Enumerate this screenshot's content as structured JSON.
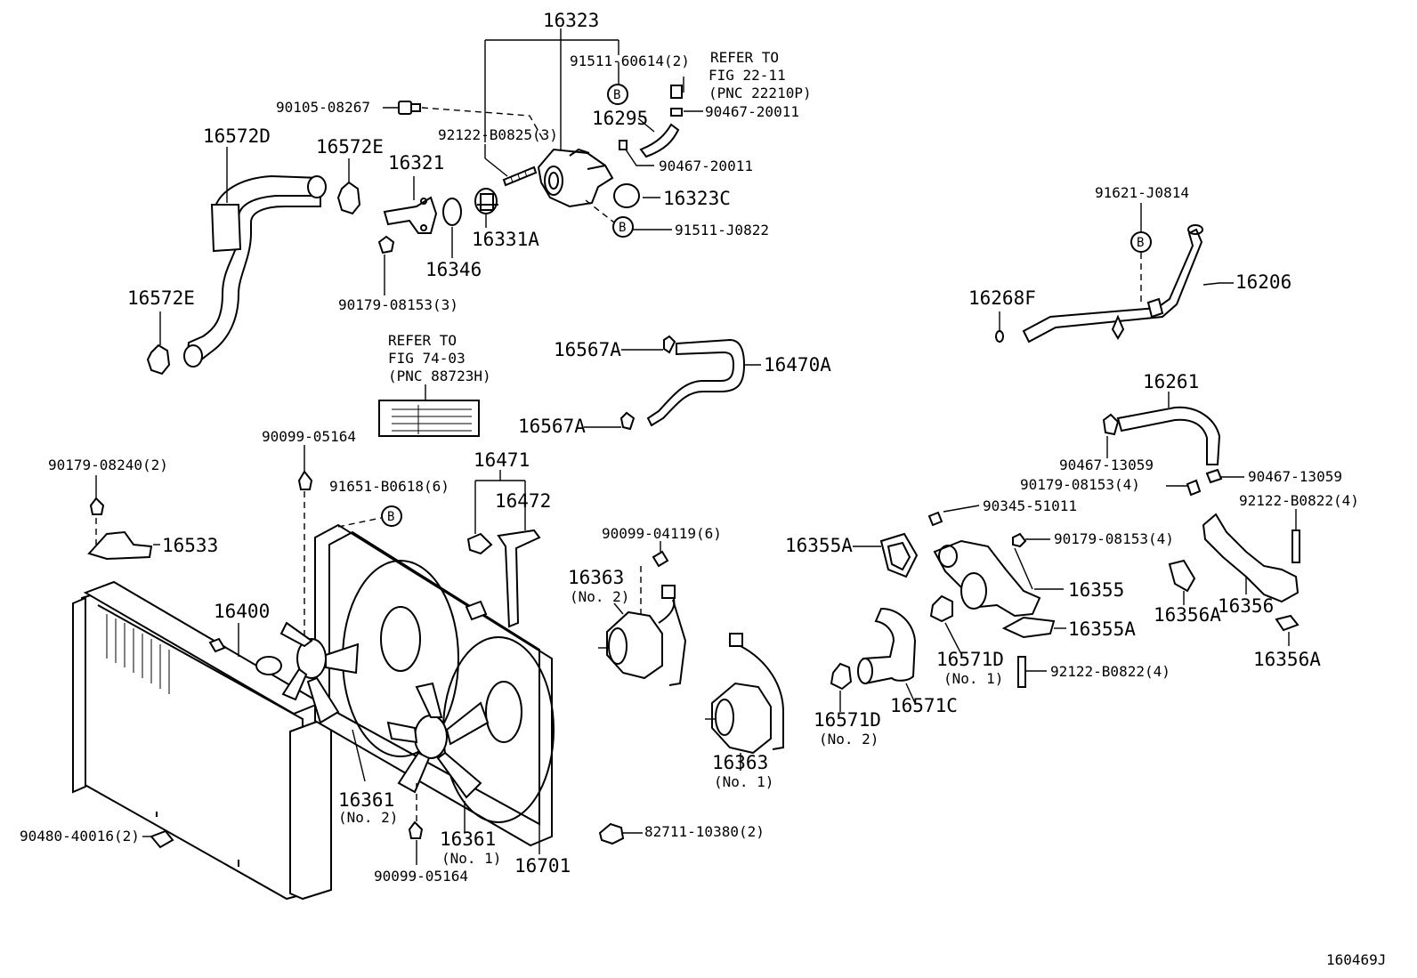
{
  "diagram_id": "160469J",
  "callouts": {
    "c16323": "16323",
    "c91511_60614": "91511-60614(2)",
    "c_refer_22": [
      "REFER TO",
      "FIG 22-11",
      "(PNC 22210P)"
    ],
    "c90105_08267": "90105-08267",
    "c92122_B0825": "92122-B0825(3)",
    "c16295": "16295",
    "c90467_20011_a": "90467-20011",
    "c90467_20011_b": "90467-20011",
    "c16572D": "16572D",
    "c16572E_top": "16572E",
    "c16321": "16321",
    "c16323C": "16323C",
    "c16331A": "16331A",
    "c91511_J0822": "91511-J0822",
    "c16346": "16346",
    "c90179_08153_3": "90179-08153(3)",
    "c16572E_bot": "16572E",
    "c_refer_74": [
      "REFER TO",
      "FIG 74-03",
      "(PNC 88723H)"
    ],
    "c16567A_a": "16567A",
    "c16567A_b": "16567A",
    "c16470A": "16470A",
    "c91621_J0814": "91621-J0814",
    "c16268F": "16268F",
    "c16206": "16206",
    "c16261": "16261",
    "c90467_13059_a": "90467-13059",
    "c90467_13059_b": "90467-13059",
    "c90179_08153_4a": "90179-08153(4)",
    "c92122_B0822_a": "92122-B0822(4)",
    "c90345_51011": "90345-51011",
    "c16355A_a": "16355A",
    "c90179_08153_4b": "90179-08153(4)",
    "c16355": "16355",
    "c16356A_a": "16356A",
    "c16356": "16356",
    "c16355A_b": "16355A",
    "c16356A_b": "16356A",
    "c16571D_1": "16571D",
    "c16571D_1_sub": "(No. 1)",
    "c92122_B0822_b": "92122-B0822(4)",
    "c16571D_2": "16571D",
    "c16571D_2_sub": "(No. 2)",
    "c16571C": "16571C",
    "c90099_05164_a": "90099-05164",
    "c90179_08240": "90179-08240(2)",
    "c91651_B0618": "91651-B0618(6)",
    "c16471": "16471",
    "c16472": "16472",
    "c16533": "16533",
    "c90099_04119": "90099-04119(6)",
    "c16363_2": "16363",
    "c16363_2_sub": "(No. 2)",
    "c16400": "16400",
    "c16363_1": "16363",
    "c16363_1_sub": "(No. 1)",
    "c16361_2": "16361",
    "c16361_2_sub": "(No. 2)",
    "c90480_40016": "90480-40016(2)",
    "c16361_1": "16361",
    "c16361_1_sub": "(No. 1)",
    "c82711_10380": "82711-10380(2)",
    "c16701": "16701",
    "c90099_05164_b": "90099-05164"
  },
  "markers": {
    "b_letter": "B"
  }
}
